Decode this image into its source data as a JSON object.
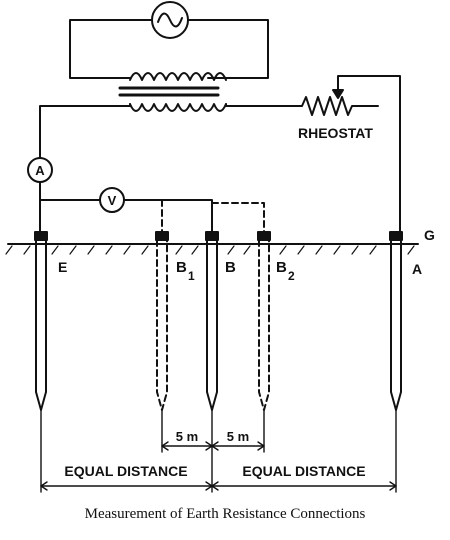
{
  "labels": {
    "rheostat": "RHEOSTAT",
    "ammeter": "A",
    "voltmeter": "V",
    "ground": "G",
    "electrode_e": "E",
    "electrode_b1_main": "B",
    "electrode_b1_sub": "1",
    "electrode_b": "B",
    "electrode_b2_main": "B",
    "electrode_b2_sub": "2",
    "electrode_a": "A",
    "spacing_left": "5 m",
    "spacing_right": "5 m",
    "equal_distance_left": "EQUAL DISTANCE",
    "equal_distance_right": "EQUAL DISTANCE"
  },
  "caption": "Measurement of Earth Resistance Connections",
  "colors": {
    "ink": "#111111",
    "background": "#ffffff"
  },
  "icons": {
    "ac_source": "sine-wave-icon",
    "transformer": "transformer-coil-icon",
    "rheostat": "variable-resistor-icon"
  }
}
